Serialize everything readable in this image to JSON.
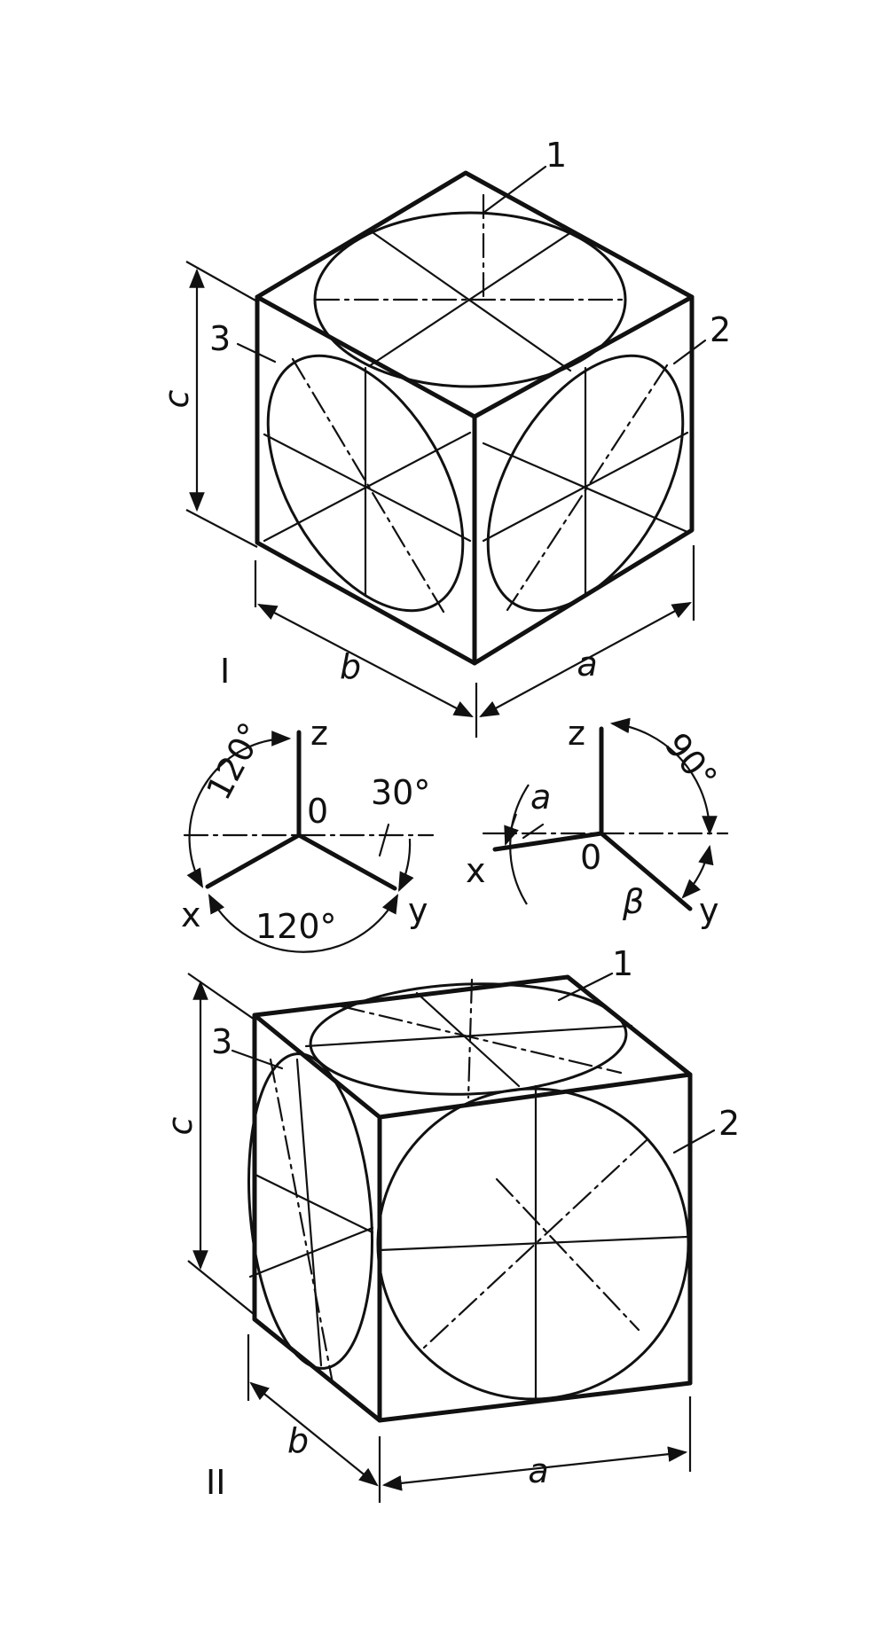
{
  "diagram_I": {
    "roman": "I",
    "labels": {
      "top": "1",
      "right": "2",
      "left": "3"
    },
    "dimensions": {
      "height": "c",
      "left_depth": "b",
      "right_width": "a"
    }
  },
  "axes_I": {
    "z": "z",
    "x": "x",
    "y": "y",
    "origin": "0",
    "angle_top": "120°",
    "angle_bottom": "120°",
    "angle_horizontal": "30°"
  },
  "axes_II": {
    "z": "z",
    "x": "x",
    "y": "y",
    "origin": "0",
    "angle_right": "90°",
    "angle_alpha": "a",
    "angle_beta": "β"
  },
  "diagram_II": {
    "roman": "II",
    "labels": {
      "top": "1",
      "right": "2",
      "left": "3"
    },
    "dimensions": {
      "height": "c",
      "left_depth": "b",
      "right_width": "a"
    }
  }
}
